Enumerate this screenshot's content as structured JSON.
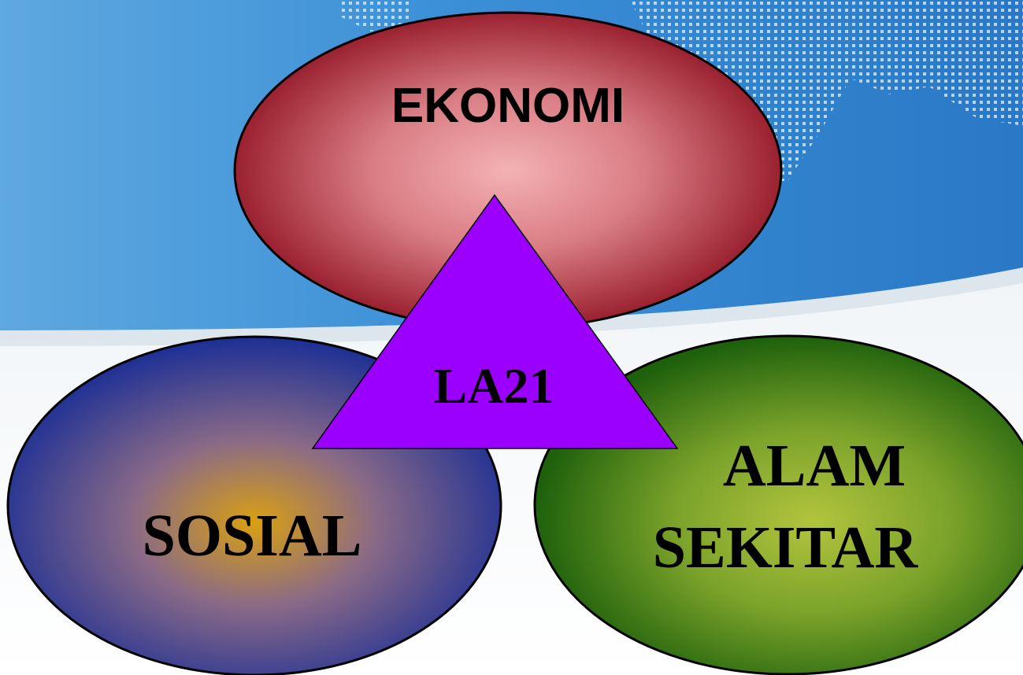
{
  "diagram": {
    "nodes": {
      "ekonomi": {
        "label": "EKONOMI"
      },
      "sosial": {
        "label": "SOSIAL"
      },
      "alam_line1": {
        "label": "ALAM"
      },
      "alam_line2": {
        "label": "SEKITAR"
      },
      "center": {
        "label": "LA21"
      }
    },
    "colors": {
      "ekonomi_edge": "#8e0f1f",
      "ekonomi_center": "#f4b2b4",
      "sosial_edge": "#1c2f95",
      "sosial_center": "#d9a011",
      "alam_edge": "#1e600c",
      "alam_center": "#b3c43d",
      "triangle": "#9b00ff",
      "background_blue": "#3a8bd0"
    }
  }
}
